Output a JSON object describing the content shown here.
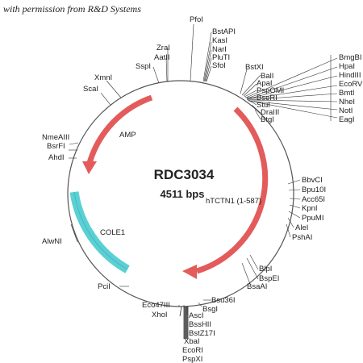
{
  "credit": "with permission from R&D Systems",
  "plasmid": {
    "name": "RDC3034",
    "size": "4511 bps"
  },
  "colors": {
    "resistance": "#e35b5b",
    "insert": "#e35b5b",
    "ori": "#5bd0d4",
    "ring": "#555555"
  },
  "features": {
    "amp": "AMP",
    "insert": "hTCTN1 (1-587)",
    "ori": "COLE1"
  },
  "sites": {
    "PfoI": "PfoI",
    "BstAPI": "BstAPI",
    "KasI": "KasI",
    "NarI": "NarI",
    "PluTI": "PluTI",
    "SfoI": "SfoI",
    "ZraI": "ZraI",
    "AatII": "AatII",
    "SspI": "SspI",
    "XmnI": "XmnI",
    "ScaI": "ScaI",
    "BstXI": "BstXI",
    "BalI": "BalI",
    "ApaI": "ApaI",
    "PspOMI": "PspOMI",
    "BseRI": "BseRI",
    "StuI": "StuI",
    "DraIII": "DraIII",
    "BtgI": "BtgI",
    "BmgBI": "BmgBI",
    "HpaI": "HpaI",
    "HindIII": "HindIII",
    "EcoRV": "EcoRV",
    "BmtI": "BmtI",
    "NheI": "NheI",
    "NotI": "NotI",
    "EagI": "EagI",
    "NmeAIII": "NmeAIII",
    "BsrFI": "BsrFI",
    "AhdI": "AhdI",
    "BbvCI": "BbvCI",
    "Bpu10I": "Bpu10I",
    "Acc65I": "Acc65I",
    "KpnI": "KpnI",
    "PpuMI": "PpuMI",
    "AleI": "AleI",
    "PshAI": "PshAI",
    "AlwNI": "AlwNI",
    "BlpI": "BlpI",
    "BspEI": "BspEI",
    "BsaAI": "BsaAI",
    "PciI": "PciI",
    "Bsu36I": "Bsu36I",
    "BsgI": "BsgI",
    "Eco47III": "Eco47III",
    "XhoI": "XhoI",
    "AscI": "AscI",
    "BssHII": "BssHII",
    "BstZ17I": "BstZ17I",
    "XbaI": "XbaI",
    "EcoRI": "EcoRI",
    "PspXI": "PspXI"
  }
}
